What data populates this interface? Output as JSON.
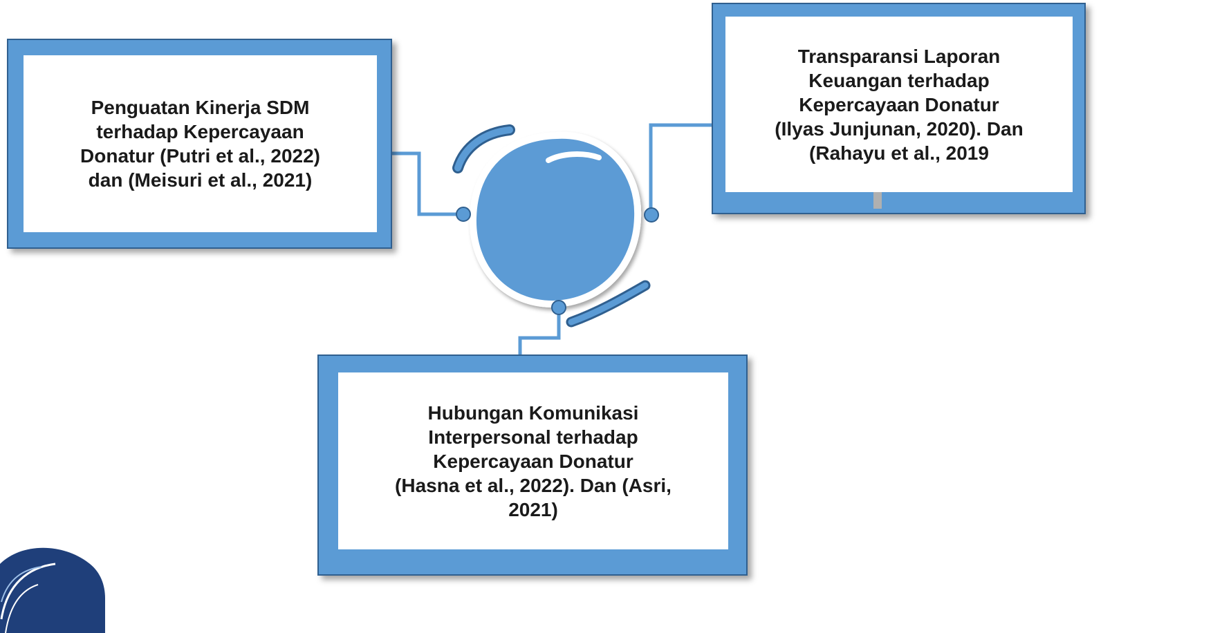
{
  "diagram": {
    "accent_color": "#5b9bd5",
    "border_color": "#2f5f8f",
    "center_node": {
      "shape": "blue-circle"
    },
    "boxes": [
      {
        "id": "left",
        "text": "Penguatan Kinerja SDM\nterhadap Kepercayaan\nDonatur (Putri et al., 2022)\ndan (Meisuri et al., 2021)"
      },
      {
        "id": "right",
        "text": "Transparansi Laporan\nKeuangan terhadap\nKepercayaan Donatur\n(Ilyas Junjunan, 2020). Dan\n(Rahayu et al., 2019"
      },
      {
        "id": "bottom",
        "text": "Hubungan Komunikasi\nInterpersonal terhadap\nKepercayaan Donatur\n(Hasna et al., 2022). Dan (Asri,\n2021)"
      }
    ],
    "logo": {
      "icon": "partial-logo-icon"
    }
  }
}
